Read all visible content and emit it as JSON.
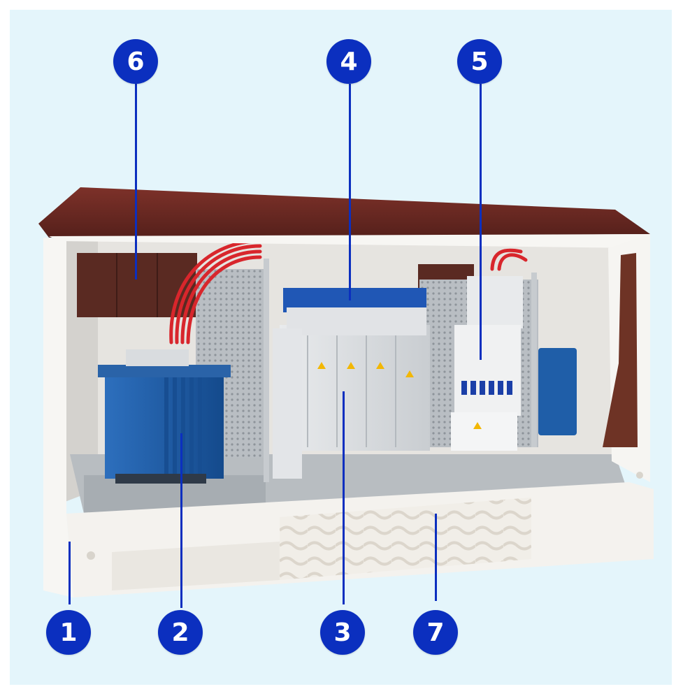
{
  "colors": {
    "background": "#e4f5fb",
    "marker": "#0b2fbf",
    "roof": "#6b2a24",
    "transformer": "#1f5ea8",
    "cable": "#d8262c",
    "enclosure": "#f4f2ee"
  },
  "callouts": [
    {
      "label": "1"
    },
    {
      "label": "2"
    },
    {
      "label": "3"
    },
    {
      "label": "4"
    },
    {
      "label": "5"
    },
    {
      "label": "6"
    },
    {
      "label": "7"
    }
  ]
}
